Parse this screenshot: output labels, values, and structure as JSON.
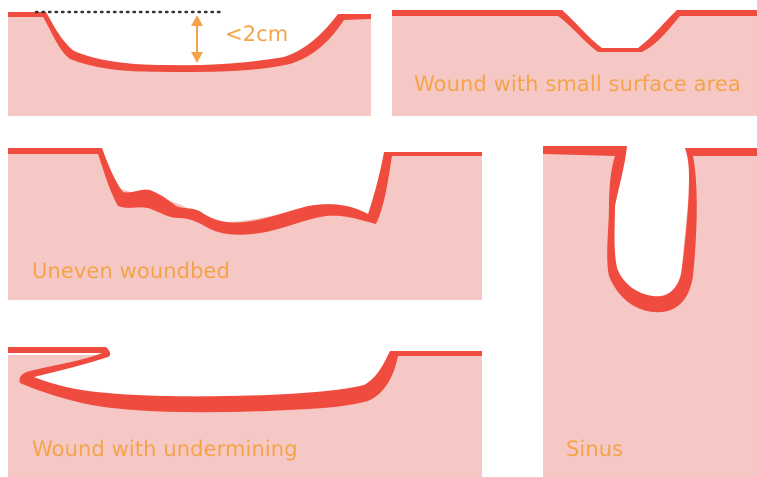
{
  "colors": {
    "tissue": "#f6c8c5",
    "wound_edge": "#ef4c3f",
    "label": "#f4a34a",
    "dots": "#333333"
  },
  "depth_indicator": {
    "text": "<2cm",
    "icon": "double-arrow-vertical"
  },
  "panels": {
    "p1": {
      "label": ""
    },
    "p2": {
      "label": "Wound with small surface area"
    },
    "p3": {
      "label": "Uneven woundbed"
    },
    "p4": {
      "label": "Sinus"
    },
    "p5": {
      "label": "Wound with undermining"
    }
  }
}
